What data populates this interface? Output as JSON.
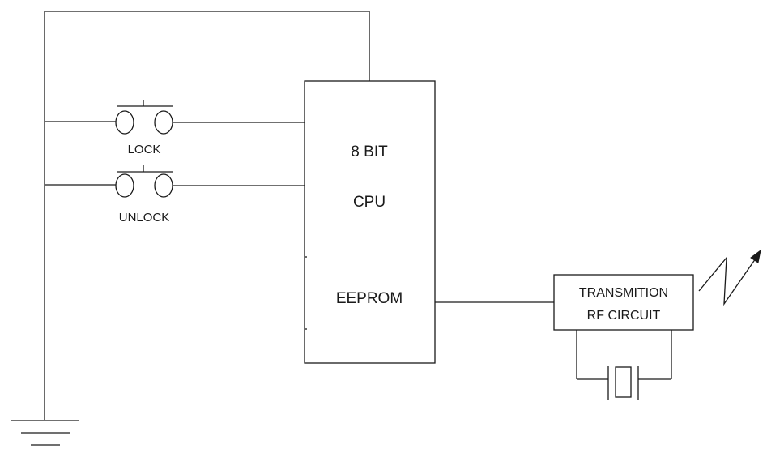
{
  "cpu": {
    "line1": "8 BIT",
    "line2": "CPU",
    "memory": "EEPROM"
  },
  "switches": {
    "lock_label": "LOCK",
    "unlock_label": "UNLOCK"
  },
  "rf": {
    "line1": "TRANSMITION",
    "line2": "RF CIRCUIT"
  },
  "colors": {
    "line": "#1a1a1a",
    "background": "#ffffff"
  }
}
